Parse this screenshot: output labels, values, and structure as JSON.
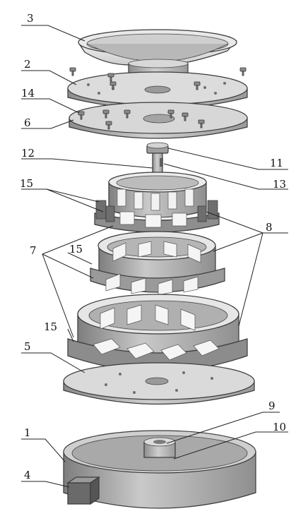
{
  "callouts": [
    {
      "id": "c3",
      "text": "3"
    },
    {
      "id": "c2",
      "text": "2"
    },
    {
      "id": "c14",
      "text": "14"
    },
    {
      "id": "c6",
      "text": "6"
    },
    {
      "id": "c12",
      "text": "12"
    },
    {
      "id": "c11",
      "text": "11"
    },
    {
      "id": "c13",
      "text": "13"
    },
    {
      "id": "c15a",
      "text": "15"
    },
    {
      "id": "c8",
      "text": "8"
    },
    {
      "id": "c7",
      "text": "7"
    },
    {
      "id": "c15b",
      "text": "15"
    },
    {
      "id": "c15c",
      "text": "15"
    },
    {
      "id": "c5",
      "text": "5"
    },
    {
      "id": "c9",
      "text": "9"
    },
    {
      "id": "c10",
      "text": "10"
    },
    {
      "id": "c1",
      "text": "1"
    },
    {
      "id": "c4",
      "text": "4"
    }
  ],
  "colors": {
    "light": "#e6e6e6",
    "mid": "#bdbdbd",
    "dark": "#7a7a7a",
    "darker": "#555555"
  }
}
